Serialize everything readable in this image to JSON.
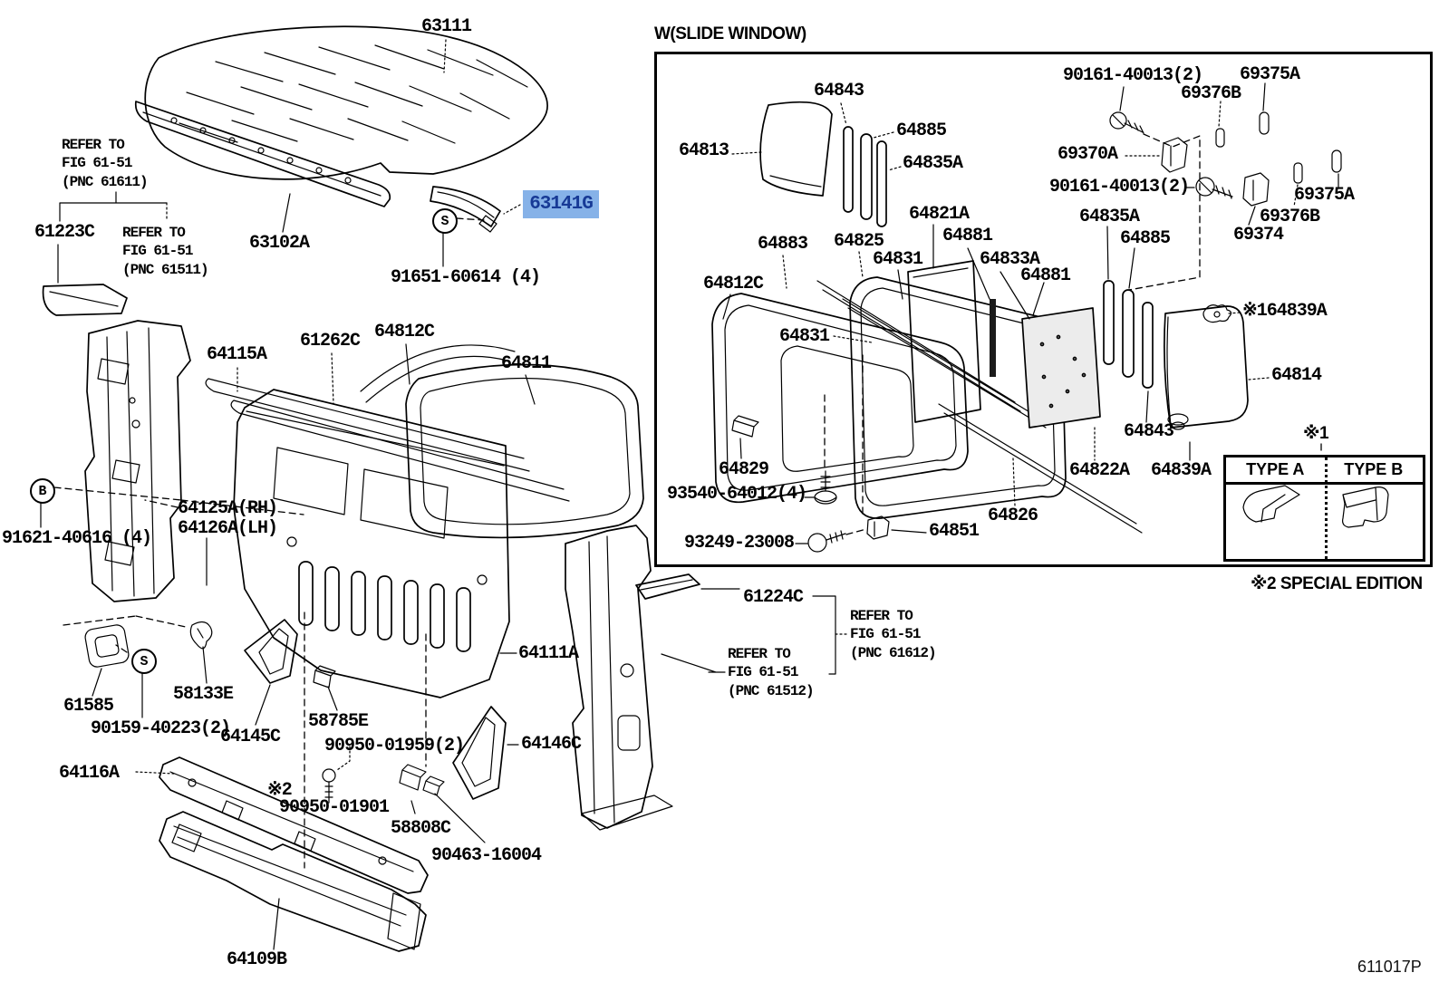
{
  "page": {
    "footer_code": "611017P",
    "background": "#ffffff"
  },
  "highlight": {
    "part": "63141G",
    "bg": "#86b2e8",
    "fg": "#173a96"
  },
  "inset": {
    "title": "W(SLIDE WINDOW)"
  },
  "symbols": {
    "s1": "S",
    "s2": "S",
    "b": "B"
  },
  "markers": {
    "note1": "※1",
    "note2": "※2",
    "special_edition": "※2 SPECIAL EDITION"
  },
  "type_table": {
    "type_a": "TYPE A",
    "type_b": "TYPE B"
  },
  "refer_notes": {
    "pnc61611": "REFER TO\nFIG 61-51\n(PNC 61611)",
    "pnc61511": "REFER TO\nFIG 61-51\n(PNC 61511)",
    "pnc61612": "REFER TO\nFIG 61-51\n(PNC 61612)",
    "pnc61512": "REFER TO\nFIG 61-51\n(PNC 61512)"
  },
  "labels": {
    "p63111": "63111",
    "p61223C": "61223C",
    "p63102A": "63102A",
    "p91651": "91651-60614 (4)",
    "p64115A": "64115A",
    "p61262C": "61262C",
    "p64812C_main": "64812C",
    "p64811": "64811",
    "p91621": "91621-40616 (4)",
    "p64125A": "64125A(RH)",
    "p64126A": "64126A(LH)",
    "p61585": "61585",
    "p90159": "90159-40223(2)",
    "p58133E": "58133E",
    "p64145C": "64145C",
    "p58785E": "58785E",
    "p90950_01959": "90950-01959(2)",
    "p90950_01901": "90950-01901",
    "p58808C": "58808C",
    "p90463": "90463-16004",
    "p64116A": "64116A",
    "p64109B": "64109B",
    "p64111A": "64111A",
    "p64146C": "64146C",
    "p61224C": "61224C",
    "p64813": "64813",
    "p64843_a": "64843",
    "p64885_a": "64885",
    "p64835A_a": "64835A",
    "p90161_a": "90161-40013(2)",
    "p69375A_a": "69375A",
    "p69376B_a": "69376B",
    "p69370A": "69370A",
    "p90161_b": "90161-40013(2)",
    "p64835A_b": "64835A",
    "p64885_b": "64885",
    "p69374": "69374",
    "p69376B_b": "69376B",
    "p69375A_b": "69375A",
    "p64821A": "64821A",
    "p64881_a": "64881",
    "p64883": "64883",
    "p64825": "64825",
    "p64831_a": "64831",
    "p64833A": "64833A",
    "p64881_b": "64881",
    "p64812C_inset": "64812C",
    "p64831_b": "64831",
    "p64839A_note": "※164839A",
    "p64814": "64814",
    "p64843_b": "64843",
    "p64822A": "64822A",
    "p64839A": "64839A",
    "p64829": "64829",
    "p93540": "93540-64012(4)",
    "p93249": "93249-23008",
    "p64851": "64851",
    "p64826": "64826"
  }
}
